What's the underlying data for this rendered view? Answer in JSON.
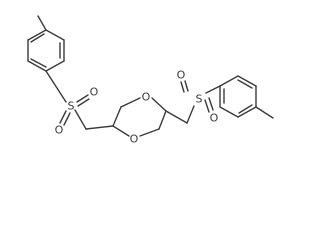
{
  "atoms": {
    "s_left": "S",
    "o_left_a": "O",
    "o_left_b": "O",
    "s_right": "S",
    "o_right_a": "O",
    "o_right_b": "O",
    "o_ring_top": "O",
    "o_ring_bottom": "O"
  },
  "colors": {
    "bond": "#3a3a3a",
    "background": "#ffffff"
  }
}
